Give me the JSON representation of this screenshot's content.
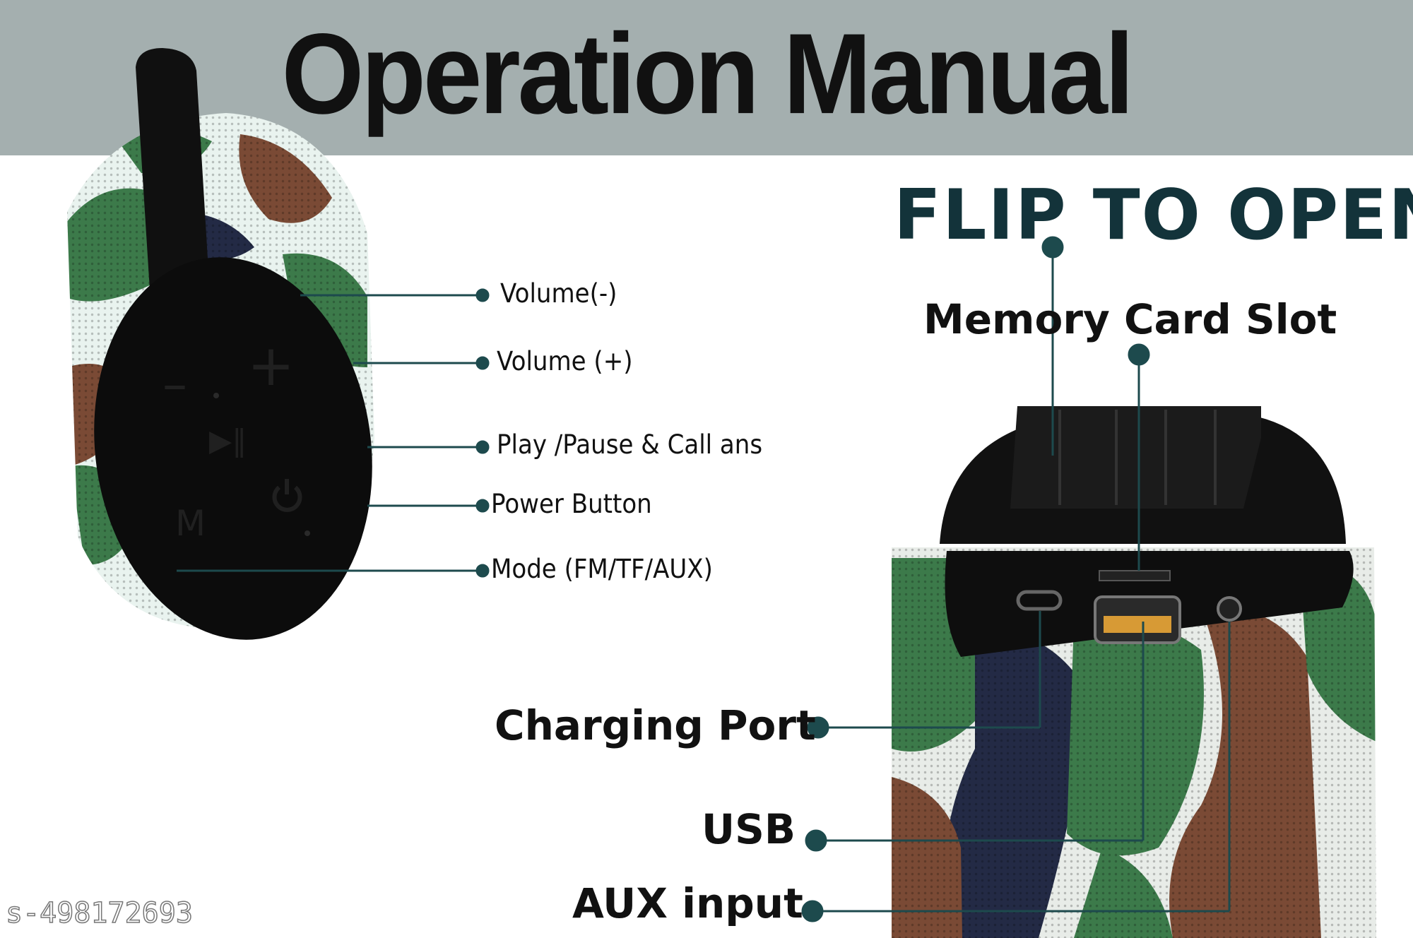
{
  "header": {
    "title": "Operation Manual"
  },
  "left_labels": {
    "volume_minus": "Volume(-)",
    "volume_plus": "Volume (+)",
    "play_pause": "Play /Pause & Call ans",
    "power": "Power Button",
    "mode": "Mode (FM/TF/AUX)"
  },
  "right_labels": {
    "flip": "FLIP TO OPEN",
    "memory": "Memory Card Slot",
    "charging": "Charging Port",
    "usb": "USB",
    "aux": "AUX input"
  },
  "button_glyphs": {
    "minus": "–",
    "plus": "+",
    "mode": "M"
  },
  "watermark": "s-498172693",
  "colors": {
    "header_band": "#a4afaf",
    "accent_teal": "#1d4a4d",
    "camo_green": "#3c7a4a",
    "camo_brown": "#7a4a35",
    "camo_navy": "#232a45"
  }
}
